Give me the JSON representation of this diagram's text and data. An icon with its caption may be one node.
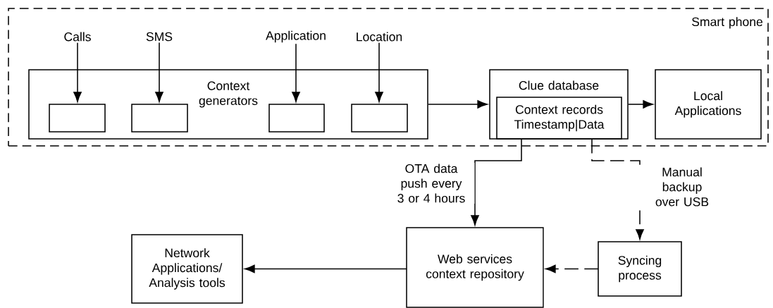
{
  "diagram": {
    "nodes": [
      {
        "text": [
          "Smart phone"
        ]
      },
      {
        "text": [
          "Calls"
        ],
        "in": 0
      },
      {
        "text": [
          "SMS"
        ],
        "in": 0
      },
      {
        "text": [
          "Application"
        ],
        "in": 0
      },
      {
        "text": [
          "Location"
        ],
        "in": 0
      },
      {
        "text": [
          "Context generators"
        ],
        "in": 0
      },
      {
        "text": [],
        "shape": "box",
        "in": 5
      },
      {
        "text": [],
        "shape": "box",
        "in": 5
      },
      {
        "text": [],
        "shape": "box",
        "in": 5
      },
      {
        "text": [],
        "shape": "box",
        "in": 5
      },
      {
        "text": [
          "Clue database"
        ],
        "in": 0
      },
      {
        "text": [
          "Context records Timestamp|Data"
        ],
        "in": 10
      },
      {
        "text": [
          "Local Applications"
        ],
        "in": 0
      },
      {
        "text": [
          "Network Applications/ Analysis tools"
        ]
      },
      {
        "text": [
          "Web services context repository"
        ]
      },
      {
        "text": [
          "Syncing process"
        ]
      }
    ],
    "edges": [
      {
        "from": 1,
        "to": 6,
        "arrow": "to"
      },
      {
        "from": 2,
        "to": 7,
        "arrow": "to"
      },
      {
        "from": 3,
        "to": 8,
        "arrow": "to"
      },
      {
        "from": 4,
        "to": 9,
        "arrow": "to"
      },
      {
        "from": 5,
        "to": 10,
        "arrow": "to"
      },
      {
        "from": 10,
        "to": 12,
        "arrow": "to"
      },
      {
        "from": 11,
        "to": 14,
        "arrow": "to",
        "label": "OTA data push every 3 or 4 hours"
      },
      {
        "from": 11,
        "to": 15,
        "arrow": "to",
        "style": "dashed",
        "label": "Manual backup over USB"
      },
      {
        "from": 15,
        "to": 14,
        "arrow": "to",
        "style": "dashed"
      },
      {
        "from": 14,
        "to": 13,
        "arrow": "to"
      }
    ]
  }
}
